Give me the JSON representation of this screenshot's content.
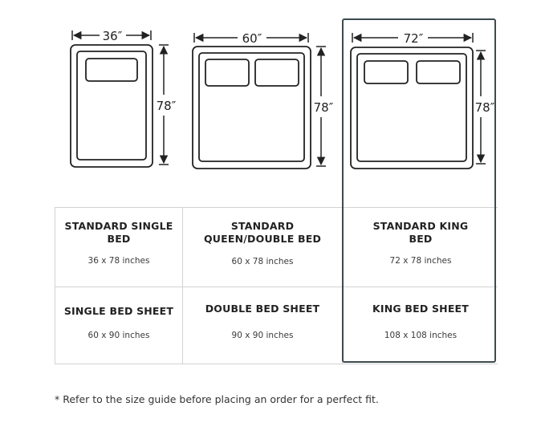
{
  "diagrams": {
    "single": {
      "width_label": "36″",
      "length_label": "78″",
      "pillows": 1
    },
    "queen": {
      "width_label": "60″",
      "length_label": "78″",
      "pillows": 2
    },
    "king": {
      "width_label": "72″",
      "length_label": "78″",
      "pillows": 2
    }
  },
  "table": {
    "beds": [
      {
        "title_line1": "STANDARD SINGLE",
        "title_line2": "BED",
        "size": "36 x 78 inches"
      },
      {
        "title_line1": "STANDARD",
        "title_line2": "QUEEN/DOUBLE BED",
        "size": "60 x 78 inches"
      },
      {
        "title_line1": "STANDARD KING",
        "title_line2": "BED",
        "size": "72 x 78 inches"
      }
    ],
    "sheets": [
      {
        "title": "SINGLE BED SHEET",
        "size": "60 x 90 inches"
      },
      {
        "title": "DOUBLE BED SHEET",
        "size": "90 x 90 inches"
      },
      {
        "title": "KING BED SHEET",
        "size": "108 x 108 inches"
      }
    ]
  },
  "footnote": "* Refer to the size guide before placing an order for a perfect fit.",
  "colors": {
    "line": "#222222",
    "highlight_border": "#3d4a4f",
    "table_border": "#d2d2d2"
  }
}
